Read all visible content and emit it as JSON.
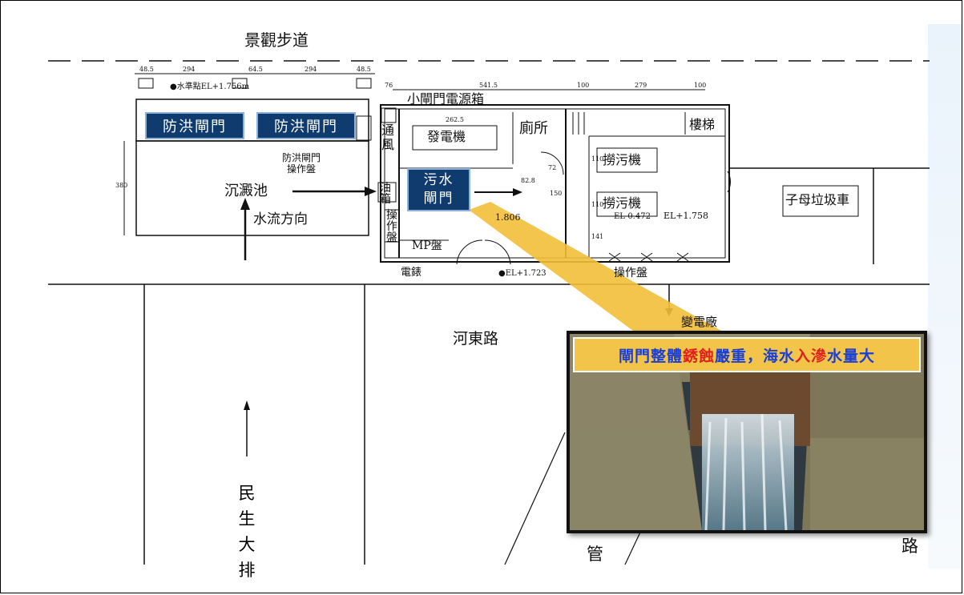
{
  "labels": {
    "landscape_walkway": "景觀步道",
    "flood_gate_1": "防洪閘門",
    "flood_gate_2": "防洪閘門",
    "sewage_gate": "污水\n閘門",
    "small_gate_power_box": "小閘門電源箱",
    "generator": "發電機",
    "toilet": "廁所",
    "stairs": "樓梯",
    "screen_machine_1": "撈污機",
    "screen_machine_2": "撈污機",
    "sedimentation_tank": "沉澱池",
    "flow_direction": "水流方向",
    "flood_gate_panel": "防洪閘門\n操作盤",
    "ventilation": "通\n風",
    "oil_tank": "油\n箱",
    "operation_panel_left": "操\n作\n盤",
    "mp_panel": "MP盤",
    "electric_box": "電錶",
    "operation_panel_bottom": "操作盤",
    "garbage_truck": "子母垃圾車",
    "hedong_road": "河東路",
    "minsheng_drain": "民生大排",
    "pipe": "管",
    "road_char": "路",
    "substation": "變電廠",
    "water_level": "●水準點EL+1.756m",
    "el_1": "EL+1.758",
    "el_2": "EL-0.472",
    "el_3": "●EL+1.723",
    "el_4": "1.806"
  },
  "dimensions": {
    "d1": "48.5",
    "d2": "294",
    "d3": "64.5",
    "d4": "294",
    "d5": "48.5",
    "d6": "76",
    "d7": "541.5",
    "d8": "100",
    "d9": "279",
    "d10": "100",
    "d11": "262.5",
    "d12": "82.8",
    "d13": "72",
    "d14": "380",
    "d15": "110",
    "d16": "110",
    "d17": "141",
    "d18": "150"
  },
  "caption": {
    "part1": "閘門整體",
    "part2": "銹蝕",
    "part3": "嚴重，海水",
    "part4": "入滲",
    "part5": "水量大"
  },
  "colors": {
    "label_bg": "#0f3b6e",
    "callout": "#f3bf3a",
    "caption_blue": "#1a3fd6",
    "caption_red": "#e0201c"
  }
}
